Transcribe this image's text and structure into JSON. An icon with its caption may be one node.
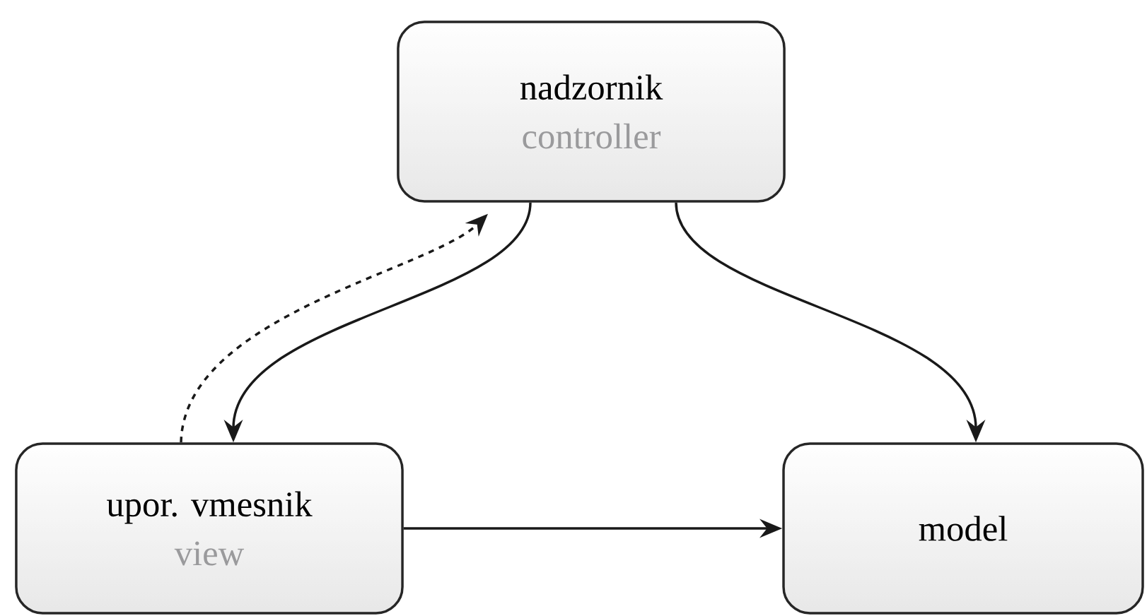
{
  "diagram": {
    "nodes": [
      {
        "text": [
          "nadzornik",
          "controller"
        ]
      },
      {
        "text": [
          "upor. vmesnik",
          "view"
        ]
      },
      {
        "text": [
          "model"
        ]
      }
    ],
    "edges": [
      {
        "from": 0,
        "to": 1,
        "arrow": "to"
      },
      {
        "from": 1,
        "to": 0,
        "arrow": "to",
        "style": "dashed"
      },
      {
        "from": 0,
        "to": 2,
        "arrow": "to"
      },
      {
        "from": 1,
        "to": 2,
        "arrow": "to"
      }
    ]
  }
}
